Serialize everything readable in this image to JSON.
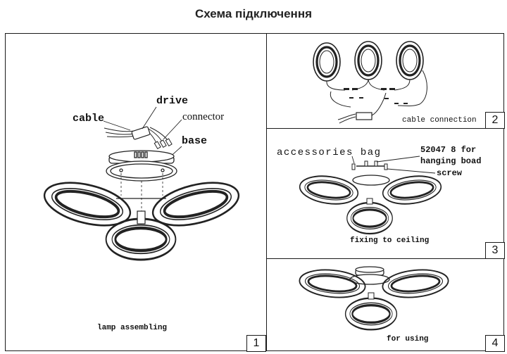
{
  "title": "Схема підключення",
  "panel1": {
    "number": "1",
    "labels": {
      "cable": "cable",
      "drive": "drive",
      "connector": "connector",
      "base": "base",
      "caption": "lamp  assembling"
    }
  },
  "panel2": {
    "number": "2",
    "caption": "cable connection"
  },
  "panel3": {
    "number": "3",
    "accessories": "accessories bag",
    "hanging_line1": "52047 8 for",
    "hanging_line2": "hanging boad",
    "screw": "screw",
    "caption": "fixing to ceiling"
  },
  "panel4": {
    "number": "4",
    "caption": "for using"
  }
}
